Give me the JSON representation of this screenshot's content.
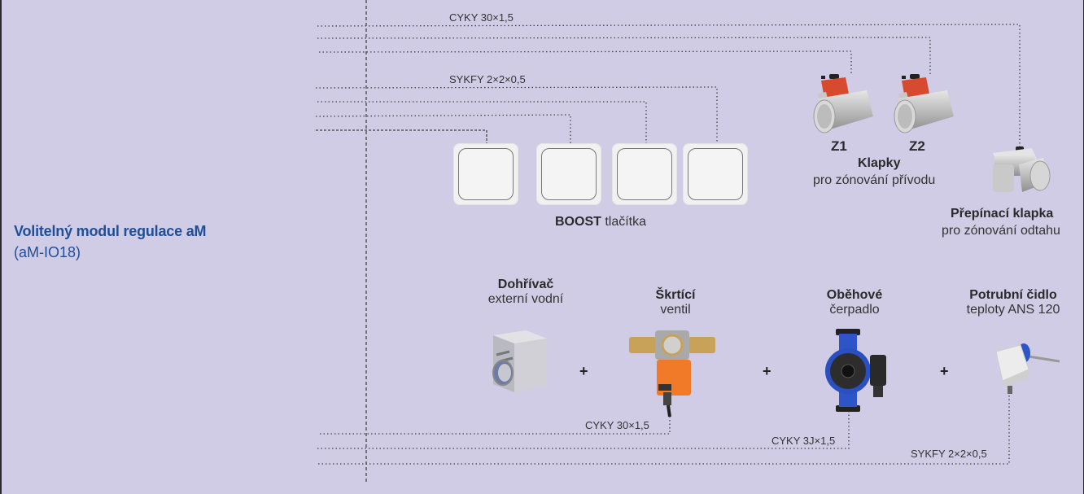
{
  "module": {
    "title": "Volitelný modul regulace aM",
    "code": "(aM-IO18)"
  },
  "cables": {
    "top_power": "CYKY 30×1,5",
    "top_signal": "SYKFY 2×2×0,5",
    "valve": "CYKY 30×1,5",
    "pump": "CYKY 3J×1,5",
    "sensor": "SYKFY 2×2×0,5"
  },
  "boost": {
    "bold": "BOOST",
    "rest": " tlačítka",
    "count": 4
  },
  "dampers": {
    "z1": "Z1",
    "z2": "Z2",
    "title": "Klapky",
    "subtitle": "pro zónování přívodu"
  },
  "switch_damper": {
    "title": "Přepínací klapka",
    "subtitle": "pro zónování odtahu"
  },
  "components": [
    {
      "title": "Dohřívač",
      "subtitle": "externí vodní",
      "icon": "water-heater-icon"
    },
    {
      "title": "Škrtící",
      "subtitle": "ventil",
      "icon": "throttle-valve-icon"
    },
    {
      "title": "Oběhové",
      "subtitle": "čerpadlo",
      "icon": "circulation-pump-icon"
    },
    {
      "title": "Potrubní čidlo",
      "subtitle": "teploty ANS 120",
      "icon": "duct-sensor-icon"
    }
  ],
  "plus_sign": "+"
}
